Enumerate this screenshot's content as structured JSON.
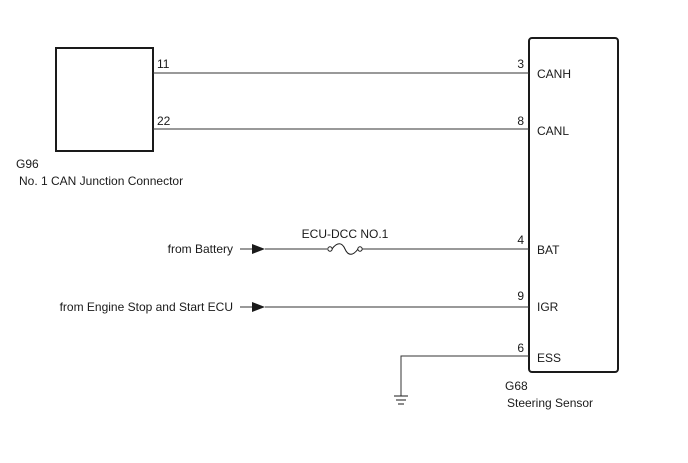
{
  "junction": {
    "code": "G96",
    "name": "No. 1 CAN Junction Connector",
    "pins": [
      "11",
      "22"
    ]
  },
  "sensor": {
    "code": "G68",
    "name": "Steering Sensor",
    "pins": [
      {
        "number": "3",
        "label": "CANH"
      },
      {
        "number": "8",
        "label": "CANL"
      },
      {
        "number": "4",
        "label": "BAT"
      },
      {
        "number": "9",
        "label": "IGR"
      },
      {
        "number": "6",
        "label": "ESS"
      }
    ]
  },
  "fuse": {
    "label": "ECU-DCC NO.1"
  },
  "sources": {
    "battery": "from Battery",
    "engine_ecu": "from Engine Stop and Start ECU"
  },
  "icons": [
    "fuse-icon",
    "ground-icon",
    "arrow-right-icon"
  ]
}
